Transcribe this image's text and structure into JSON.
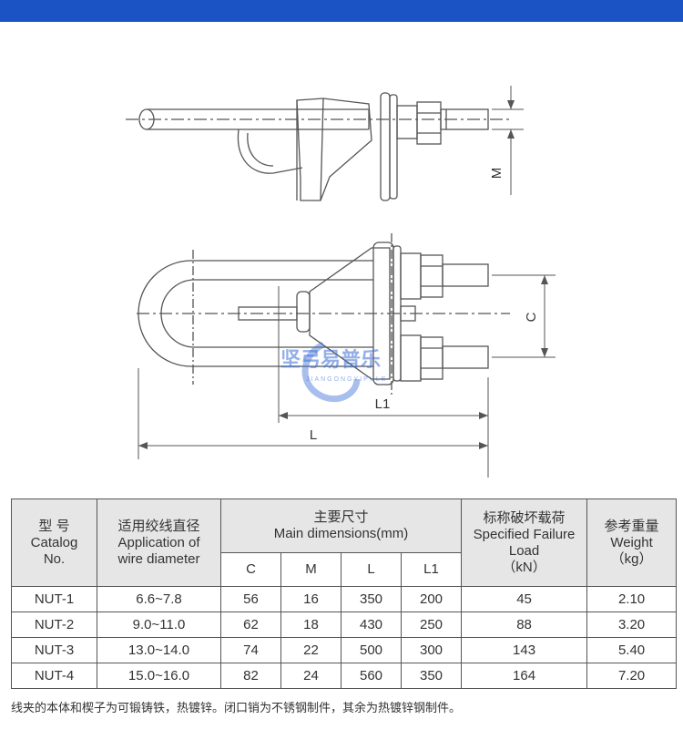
{
  "header": {
    "bar_color": "#1b52c4"
  },
  "drawing": {
    "dim_m": "M",
    "dim_c": "C",
    "dim_l1": "L1",
    "dim_l": "L",
    "watermark": {
      "main": "坚弓易普乐",
      "sub": "JIANGONGYIPULE"
    }
  },
  "table": {
    "col_model": {
      "zh": "型 号",
      "en1": "Catalog",
      "en2": "No."
    },
    "col_diameter": {
      "zh": "适用绞线直径",
      "en1": "Application of",
      "en2": "wire diameter"
    },
    "col_dims": {
      "zh": "主要尺寸",
      "en": "Main dimensions(mm)",
      "sub": [
        "C",
        "M",
        "L",
        "L1"
      ]
    },
    "col_load": {
      "zh": "标称破坏载荷",
      "en1": "Specified Failure",
      "en2": "Load",
      "unit": "（kN）"
    },
    "col_weight": {
      "zh": "参考重量",
      "en": "Weight",
      "unit": "（kg）"
    },
    "rows": [
      {
        "model": "NUT-1",
        "diameter": "6.6~7.8",
        "c": "56",
        "m": "16",
        "l": "350",
        "l1": "200",
        "load": "45",
        "weight": "2.10"
      },
      {
        "model": "NUT-2",
        "diameter": "9.0~11.0",
        "c": "62",
        "m": "18",
        "l": "430",
        "l1": "250",
        "load": "88",
        "weight": "3.20"
      },
      {
        "model": "NUT-3",
        "diameter": "13.0~14.0",
        "c": "74",
        "m": "22",
        "l": "500",
        "l1": "300",
        "load": "143",
        "weight": "5.40"
      },
      {
        "model": "NUT-4",
        "diameter": "15.0~16.0",
        "c": "82",
        "m": "24",
        "l": "560",
        "l1": "350",
        "load": "164",
        "weight": "7.20"
      }
    ]
  },
  "footnote": "线夹的本体和楔子为可锻铸铁，热镀锌。闭口销为不锈钢制件，其余为热镀锌钢制件。"
}
